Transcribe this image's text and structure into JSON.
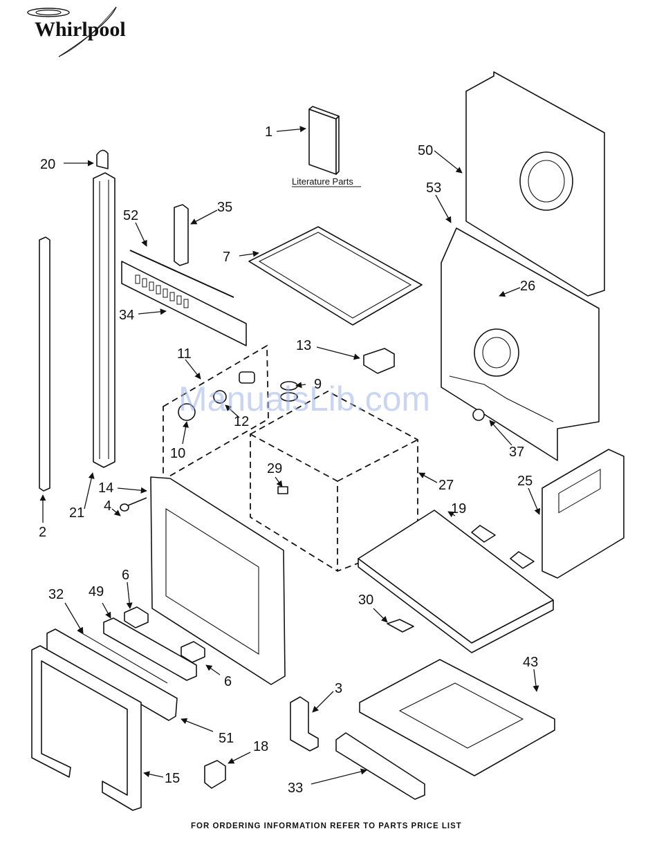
{
  "brand": {
    "logo_text": "Whirlpool"
  },
  "literature_label": "Literature Parts",
  "footer_note": "FOR ORDERING INFORMATION REFER TO PARTS PRICE LIST",
  "watermark": "ManualsLib.com",
  "callouts": {
    "c1": "1",
    "c2": "2",
    "c3": "3",
    "c4": "4",
    "c6a": "6",
    "c6b": "6",
    "c7": "7",
    "c9": "9",
    "c10": "10",
    "c11": "11",
    "c12": "12",
    "c13": "13",
    "c14": "14",
    "c15": "15",
    "c18": "18",
    "c19": "19",
    "c20": "20",
    "c21": "21",
    "c25": "25",
    "c26": "26",
    "c27": "27",
    "c29": "29",
    "c30": "30",
    "c32": "32",
    "c33": "33",
    "c34": "34",
    "c35": "35",
    "c37": "37",
    "c43": "43",
    "c49": "49",
    "c50": "50",
    "c51": "51",
    "c52": "52",
    "c53": "53"
  }
}
